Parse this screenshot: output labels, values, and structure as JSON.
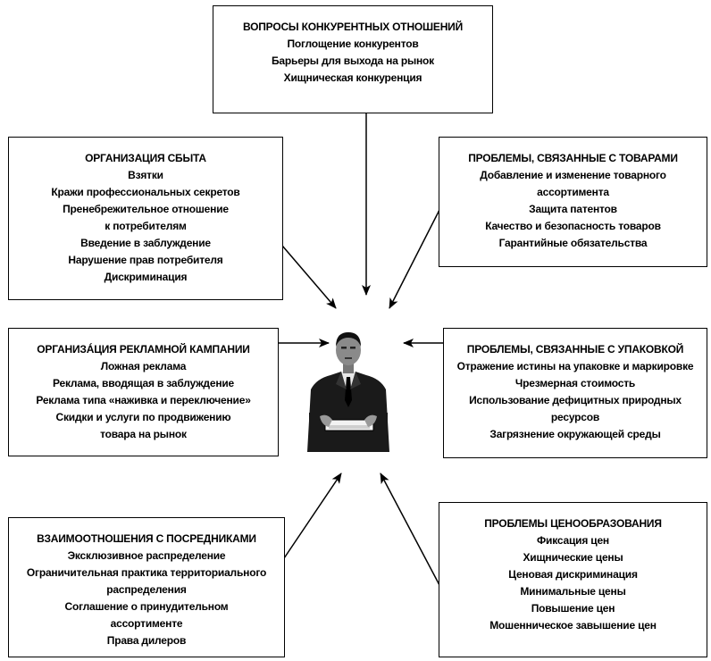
{
  "boxes": {
    "top": {
      "title": "ВОПРОСЫ КОНКУРЕНТНЫХ ОТНОШЕНИЙ",
      "items": [
        "Поглощение конкурентов",
        "Барьеры для выхода на рынок",
        "Хищническая конкуренция"
      ]
    },
    "left1": {
      "title": "ОРГАНИЗАЦИЯ СБЫТА",
      "items": [
        "Взятки",
        "Кражи профессиональных секретов",
        "Пренебрежительное отношение",
        "к потребителям",
        "Введение в заблуждение",
        "Нарушение прав потребителя",
        "Дискриминация"
      ]
    },
    "right1": {
      "title": "ПРОБЛЕМЫ, СВЯЗАННЫЕ С ТОВАРАМИ",
      "items": [
        "Добавление и изменение товарного",
        "ассортимента",
        "Защита патентов",
        "Качество и безопасность товаров",
        "Гарантийные обязательства"
      ]
    },
    "left2": {
      "title": "ОРГАНИЗÁЦИЯ РЕКЛАМНОЙ КАМПАНИИ",
      "items": [
        "Ложная реклама",
        "Реклама, вводящая в заблуждение",
        "Реклама типа «наживка и переключение»",
        "Скидки и услуги по продвижению",
        "товара на рынок"
      ]
    },
    "right2": {
      "title": "ПРОБЛЕМЫ, СВЯЗАННЫЕ С УПАКОВКОЙ",
      "items": [
        "Отражение истины на упаковке и маркировке",
        "Чрезмерная стоимость",
        "Использование дефицитных природных",
        "ресурсов",
        "Загрязнение окружающей среды"
      ]
    },
    "left3": {
      "title": "ВЗАИМООТНОШЕНИЯ С ПОСРЕДНИКАМИ",
      "items": [
        "Эксклюзивное распределение",
        "Ограничительная практика территориального",
        "распределения",
        "Соглашение  о принудительном",
        "ассортименте",
        "Права дилеров"
      ]
    },
    "right3": {
      "title": "ПРОБЛЕМЫ ЦЕНООБРАЗОВАНИЯ",
      "items": [
        "Фиксация цен",
        "Хищнические цены",
        "Ценовая дискриминация",
        "Минимальные цены",
        "Повышение цен",
        "Мошенническое завышение цен"
      ]
    }
  },
  "center": {
    "icon": "businessman-figure"
  }
}
